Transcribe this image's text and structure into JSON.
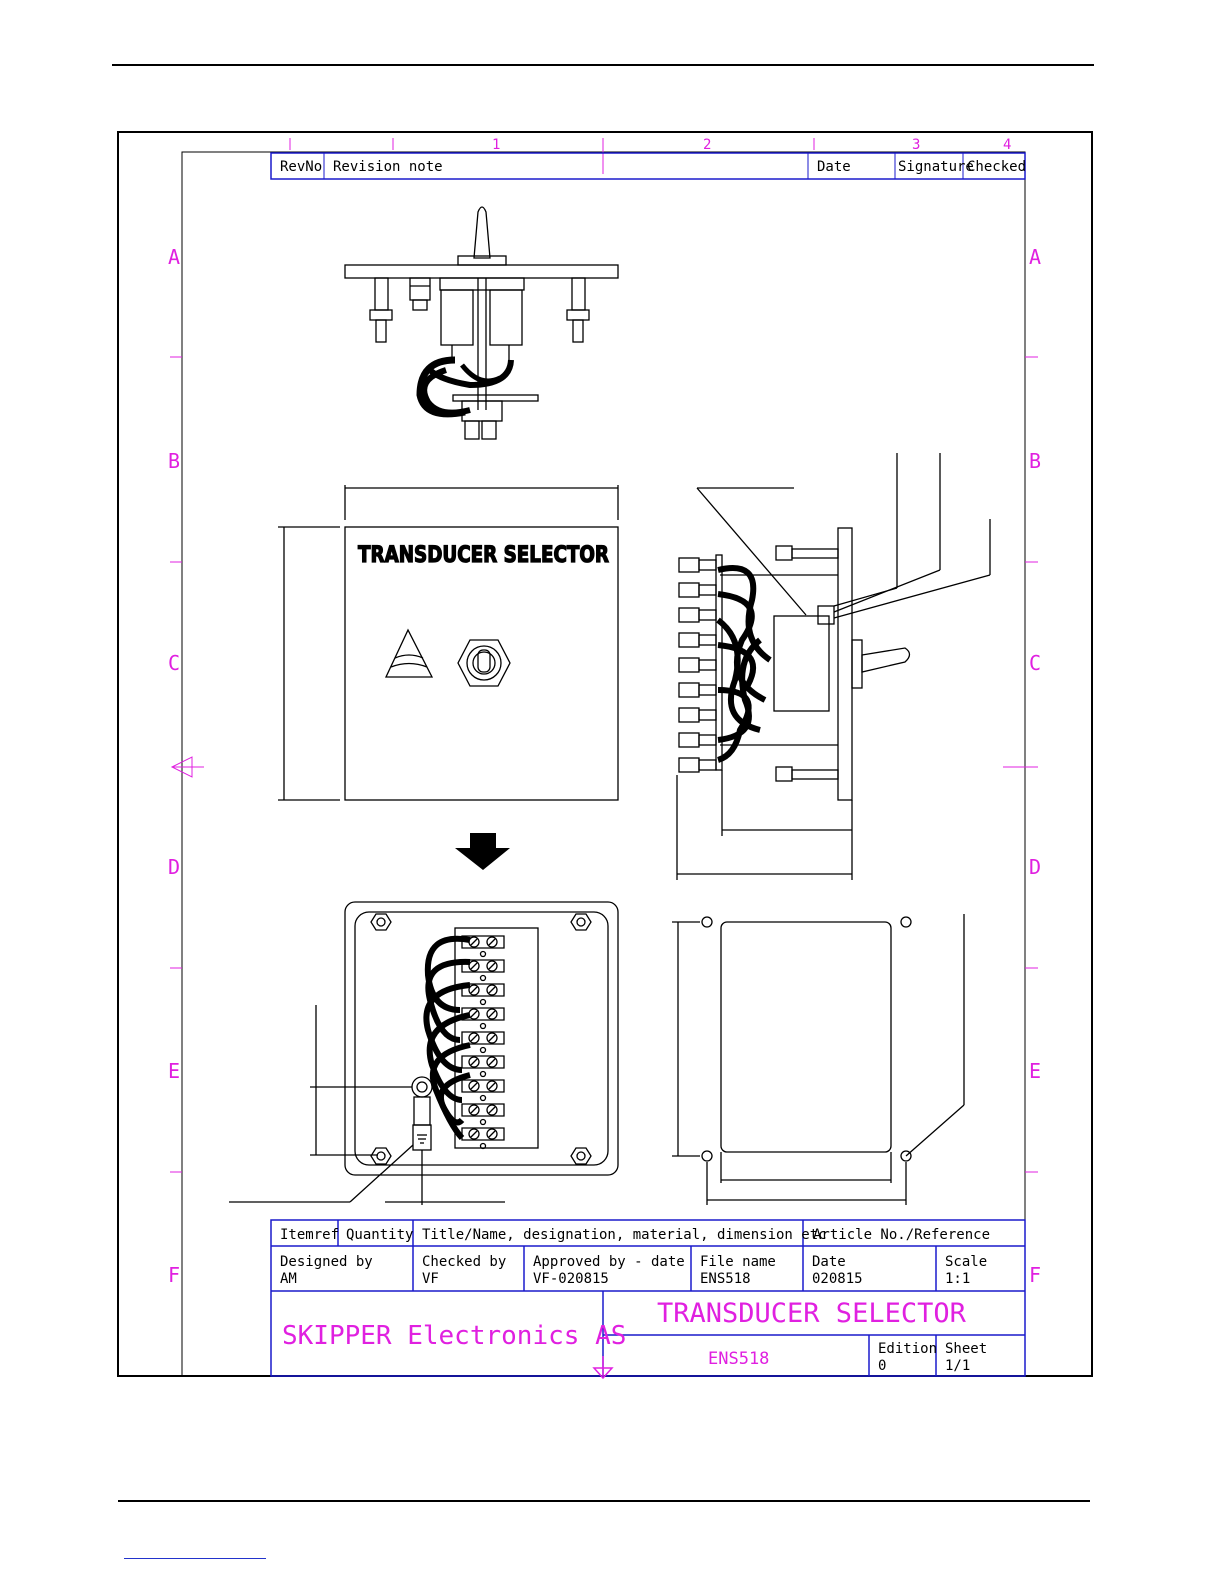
{
  "revision_block": {
    "rev_no": "RevNo",
    "revision_note": "Revision note",
    "date": "Date",
    "signature": "Signature",
    "checked": "Checked"
  },
  "grid": {
    "columns": [
      "1",
      "2",
      "3",
      "4"
    ],
    "rows": [
      "A",
      "B",
      "C",
      "D",
      "E",
      "F"
    ]
  },
  "panel_label": "TRANSDUCER SELECTOR",
  "title_block": {
    "itemref": "Itemref",
    "quantity": "Quantity",
    "title_header": "Title/Name, designation, material, dimension etc",
    "article_header": "Article No./Reference",
    "designed_by_label": "Designed by",
    "designed_by": "AM",
    "checked_by_label": "Checked by",
    "checked_by": "VF",
    "approved_label": "Approved by - date",
    "approved": "VF-020815",
    "file_name_label": "File name",
    "file_name": "ENS518",
    "date_label": "Date",
    "date": "020815",
    "scale_label": "Scale",
    "scale": "1:1",
    "company": "SKIPPER Electronics AS",
    "drawing_title": "TRANSDUCER SELECTOR",
    "drawing_number": "ENS518",
    "edition_label": "Edition",
    "edition": "0",
    "sheet_label": "Sheet",
    "sheet": "1/1"
  },
  "colors": {
    "frame": "#000000",
    "grid_labels": "#e020e0",
    "table_lines": "#1a1acc"
  }
}
